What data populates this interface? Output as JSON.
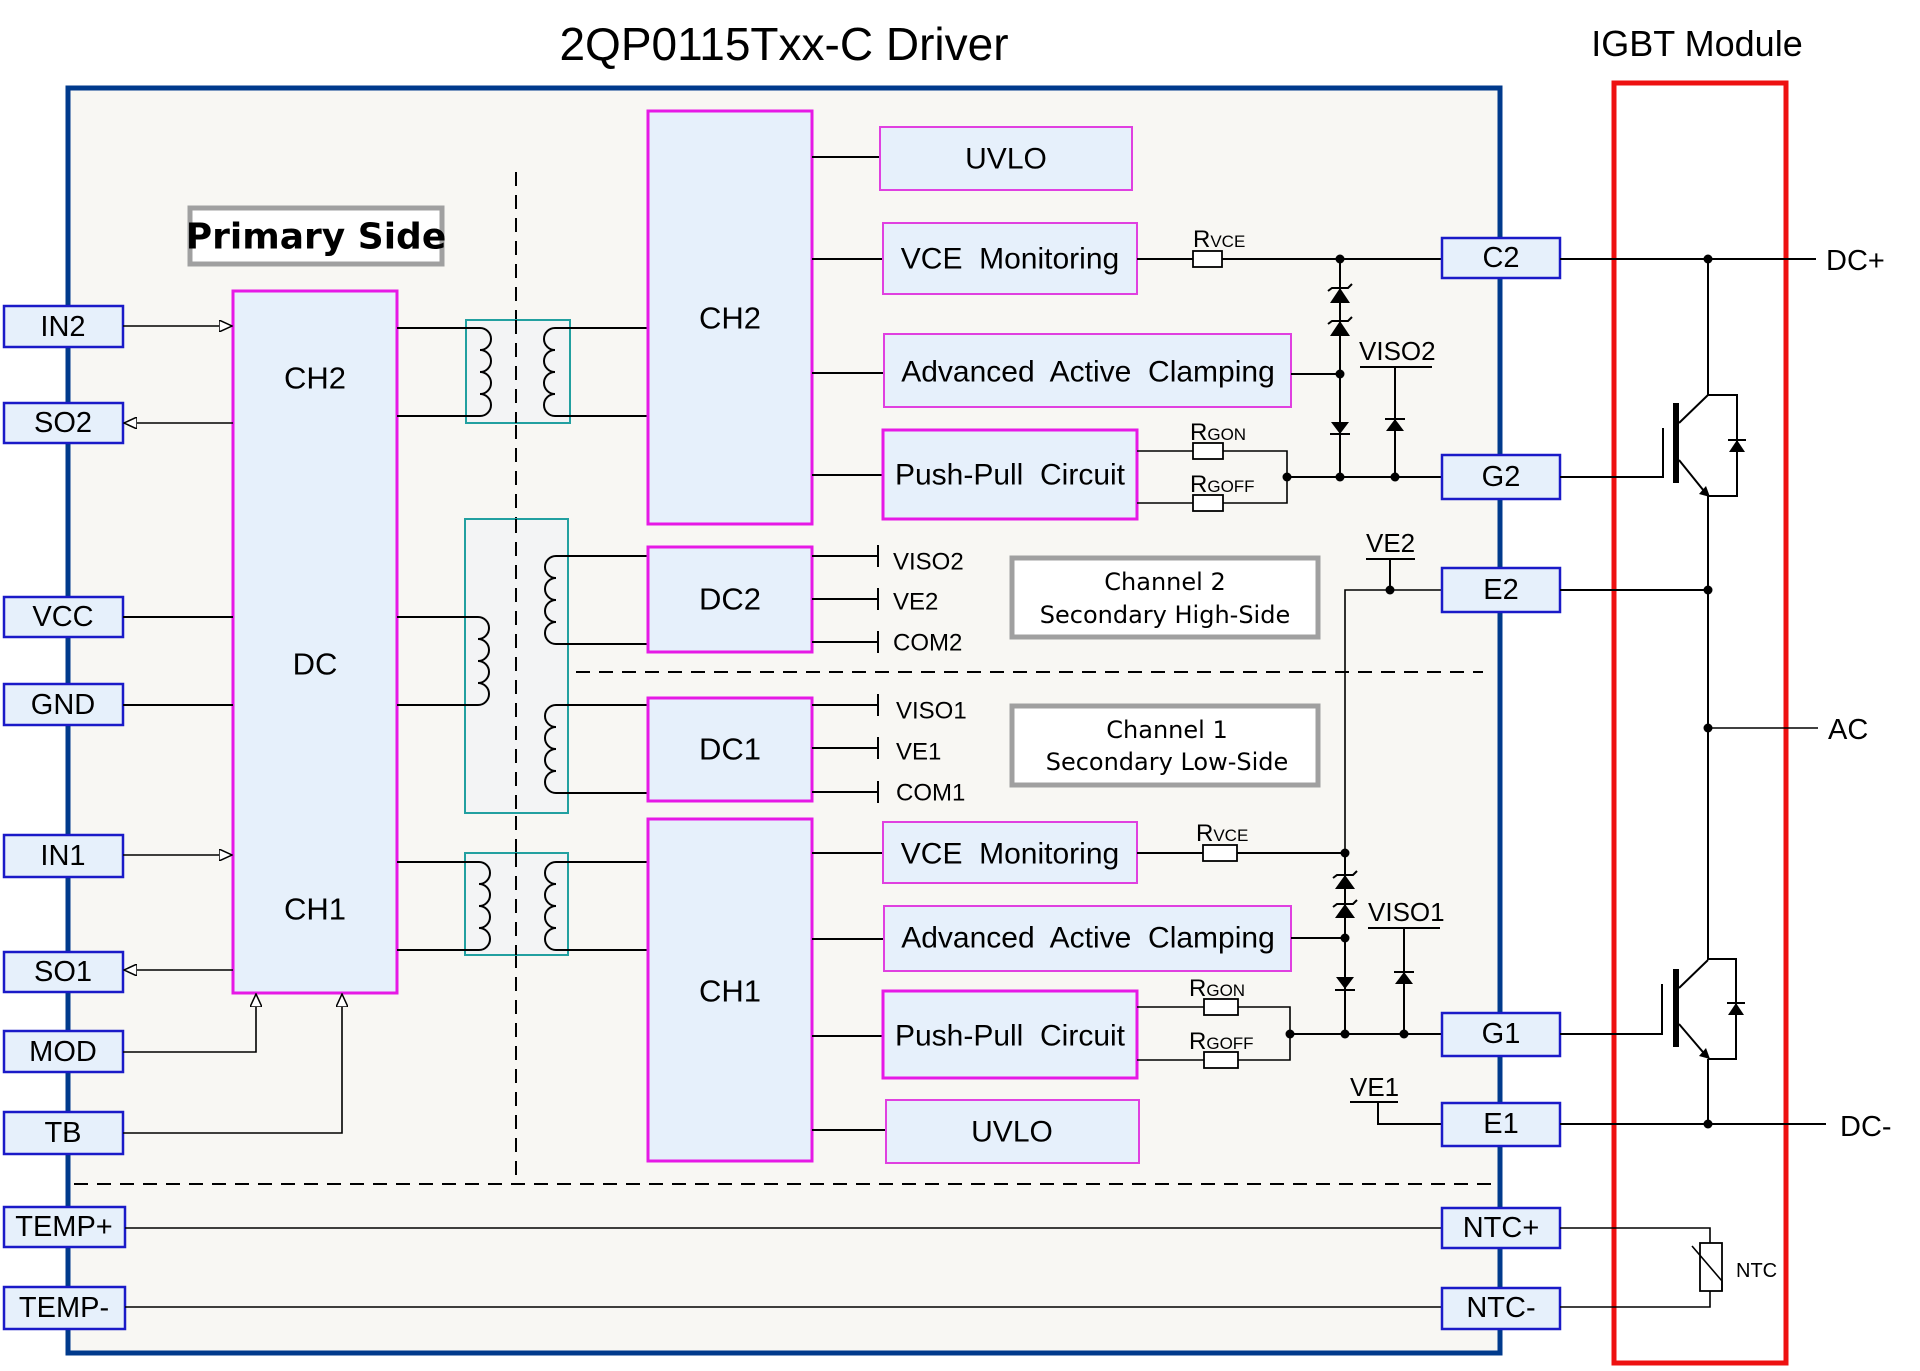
{
  "title": "2QP0115Txx-C Driver",
  "igbt_title": "IGBT Module",
  "colors": {
    "driver_border": "#003a8c",
    "igbt_border": "#ee1111",
    "block_border": "#e619e6",
    "block_fill": "#e6f0fb",
    "pin_border": "#1a1ac8",
    "transformer_border": "#22a0a0"
  },
  "primary_side_label": "Primary Side",
  "left_pins": {
    "in2": "IN2",
    "so2": "SO2",
    "vcc": "VCC",
    "gnd": "GND",
    "in1": "IN1",
    "so1": "SO1",
    "mod": "MOD",
    "tb": "TB",
    "temp_plus": "TEMP+",
    "temp_minus": "TEMP-"
  },
  "primary_block": {
    "ch2": "CH2",
    "dc": "DC",
    "ch1": "CH1"
  },
  "secondary": {
    "ch2": "CH2",
    "dc2": "DC2",
    "dc1": "DC1",
    "ch1": "CH1",
    "dc2_outputs": [
      "VISO2",
      "VE2",
      "COM2"
    ],
    "dc1_outputs": [
      "VISO1",
      "VE1",
      "COM1"
    ]
  },
  "functions_ch2": {
    "uvlo": "UVLO",
    "vce": "VCE  Monitoring",
    "aac": "Advanced  Active  Clamping",
    "pushpull": "Push-Pull  Circuit"
  },
  "functions_ch1": {
    "vce": "VCE  Monitoring",
    "aac": "Advanced  Active  Clamping",
    "pushpull": "Push-Pull  Circuit",
    "uvlo": "UVLO"
  },
  "resistors": {
    "rvce_main": "R",
    "rvce_sub": "VCE",
    "rgon_main": "R",
    "rgon_sub": "GON",
    "rgoff_main": "R",
    "rgoff_sub": "GOFF"
  },
  "net_labels": {
    "viso2": "VISO2",
    "viso1": "VISO1",
    "ve2": "VE2",
    "ve1": "VE1"
  },
  "channel_notes": {
    "ch2_line1": "Channel 2",
    "ch2_line2": "Secondary  High-Side",
    "ch1_line1": "Channel 1",
    "ch1_line2": "Secondary  Low-Side"
  },
  "right_pins": {
    "c2": "C2",
    "g2": "G2",
    "e2": "E2",
    "g1": "G1",
    "e1": "E1",
    "ntc_plus": "NTC+",
    "ntc_minus": "NTC-"
  },
  "terminals": {
    "dc_plus": "DC+",
    "ac": "AC",
    "dc_minus": "DC-",
    "ntc": "NTC"
  }
}
